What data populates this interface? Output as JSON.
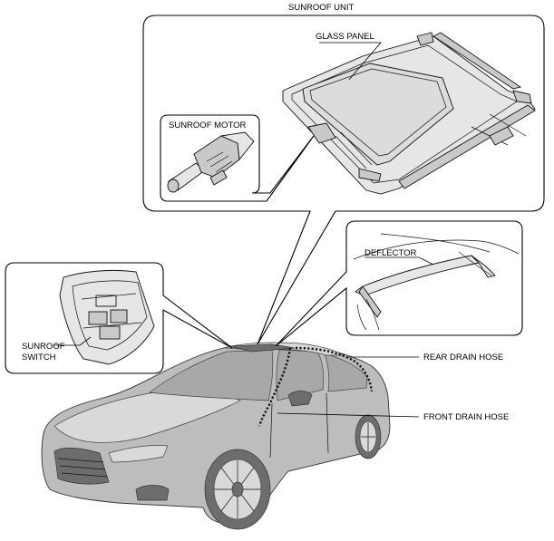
{
  "labels": {
    "sunroof_unit": "SUNROOF UNIT",
    "glass_panel": "GLASS PANEL",
    "sunroof_motor": "SUNROOF MOTOR",
    "deflector": "DEFLECTOR",
    "sunroof_switch_line1": "SUNROOF",
    "sunroof_switch_line2": "SWITCH",
    "rear_drain_hose": "REAR DRAIN HOSE",
    "front_drain_hose": "FRONT DRAIN HOSE"
  }
}
